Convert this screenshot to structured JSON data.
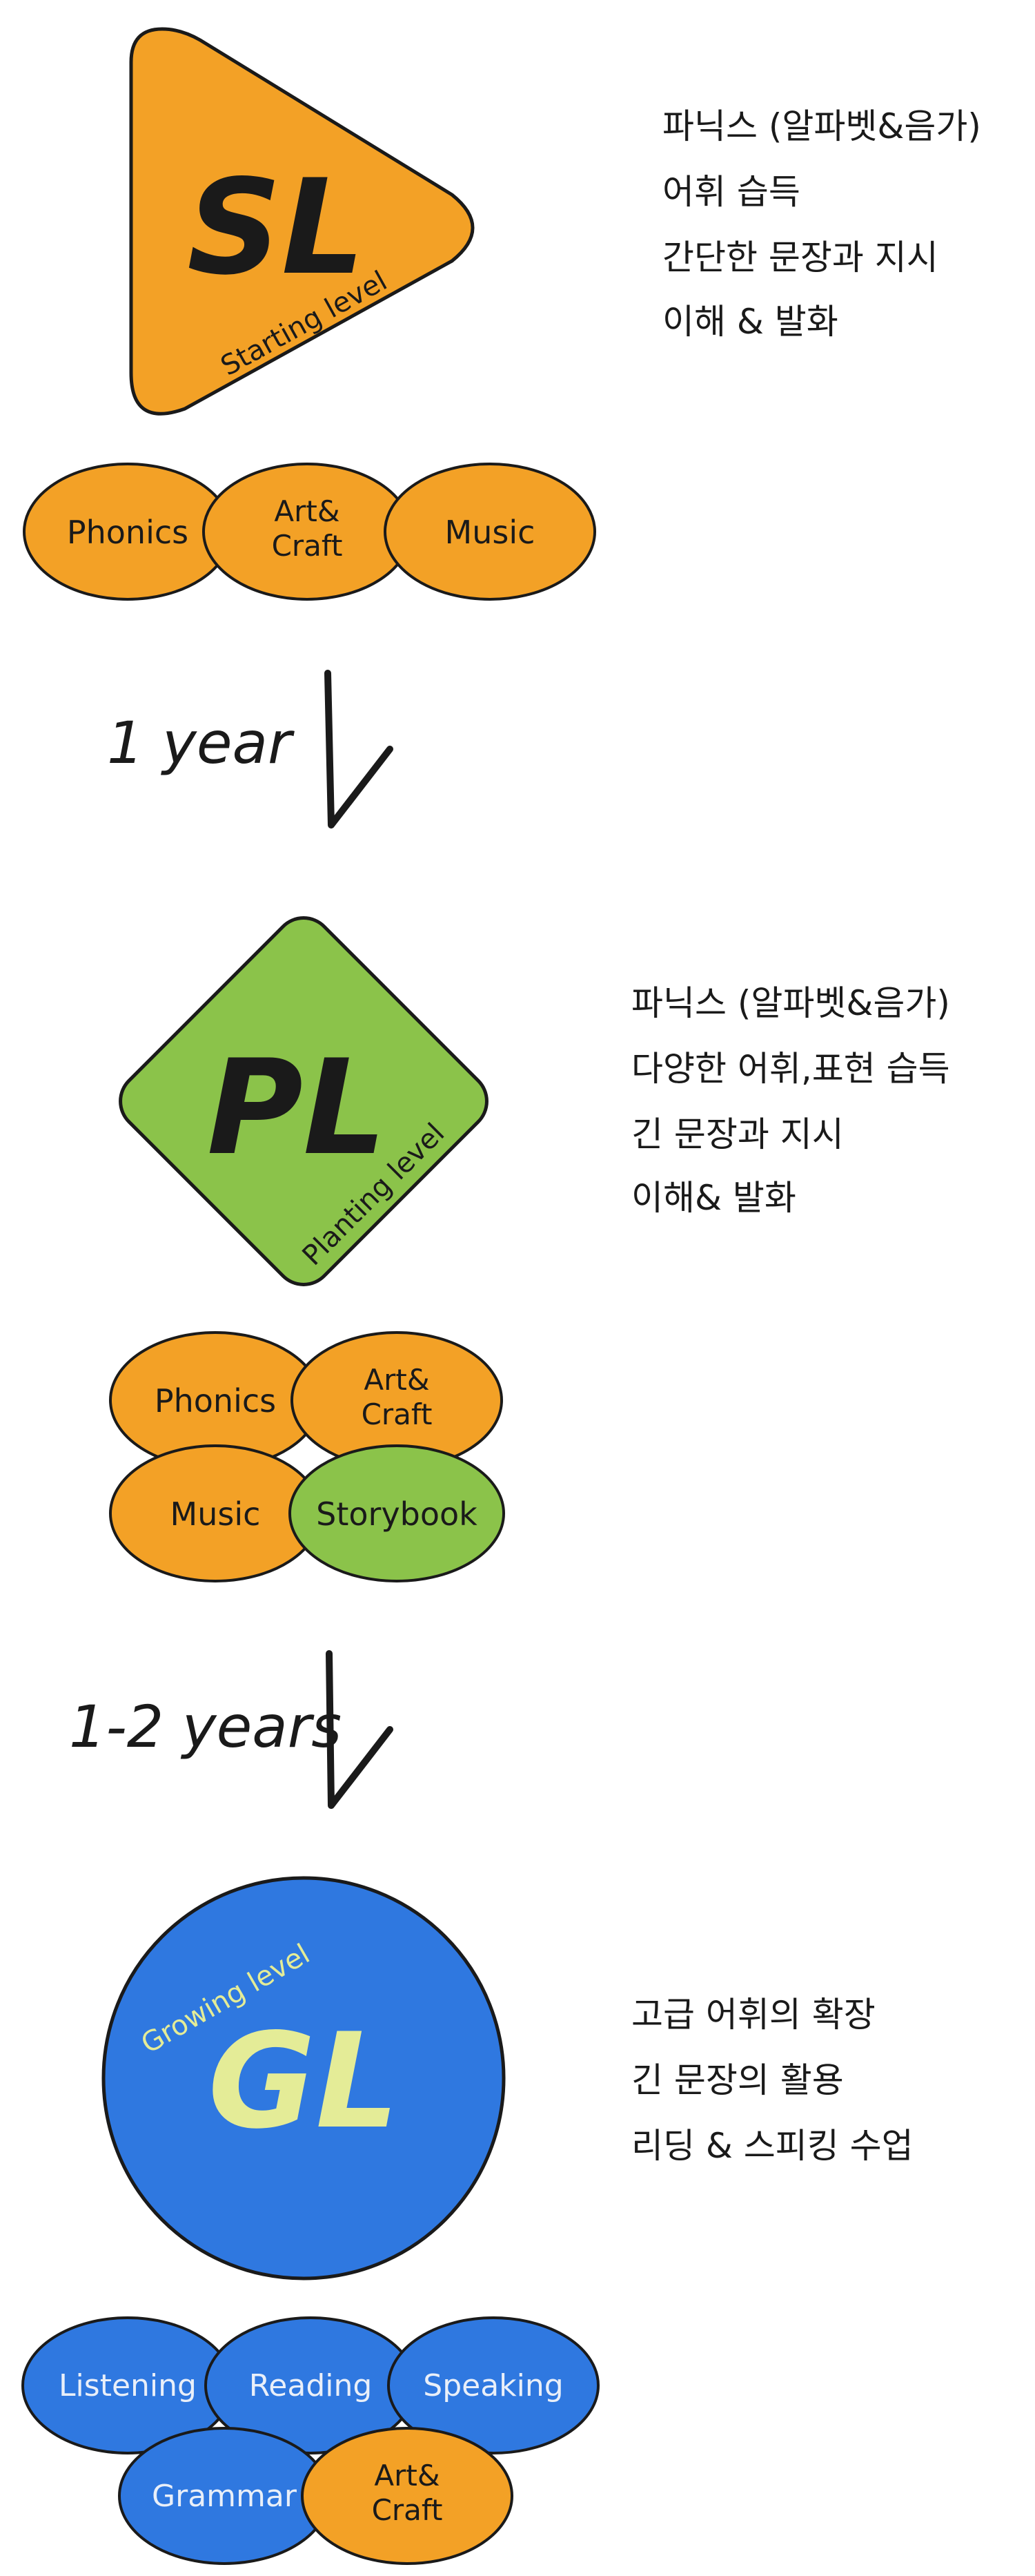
{
  "colors": {
    "orange": "#F3A126",
    "green": "#8BC34A",
    "blue": "#2F78E0",
    "gl_text": "#E4EC97",
    "outline": "#1a1a1a"
  },
  "levels": [
    {
      "code": "SL",
      "name": "Starting level",
      "shape": "triangle",
      "description": [
        "파닉스 (알파벳&음가)",
        "어휘 습득",
        "간단한 문장과 지시",
        "이해 & 발화"
      ],
      "subjects": [
        {
          "label": "Phonics",
          "color": "orange"
        },
        {
          "label": "Art&",
          "label2": "Craft",
          "color": "orange"
        },
        {
          "label": "Music",
          "color": "orange"
        }
      ]
    },
    {
      "code": "PL",
      "name": "Planting level",
      "shape": "diamond",
      "description": [
        "파닉스 (알파벳&음가)",
        "다양한 어휘,표현 습득",
        "긴 문장과 지시",
        "이해& 발화"
      ],
      "subjects": [
        {
          "label": "Phonics",
          "color": "orange"
        },
        {
          "label": "Art&",
          "label2": "Craft",
          "color": "orange"
        },
        {
          "label": "Music",
          "color": "orange"
        },
        {
          "label": "Storybook",
          "color": "green"
        }
      ]
    },
    {
      "code": "GL",
      "name": "Growing level",
      "shape": "circle",
      "description": [
        "고급 어휘의 확장",
        "긴 문장의 활용",
        "리딩 & 스피킹 수업"
      ],
      "subjects": [
        {
          "label": "Listening",
          "color": "blue"
        },
        {
          "label": "Reading",
          "color": "blue"
        },
        {
          "label": "Speaking",
          "color": "blue"
        },
        {
          "label": "Grammar",
          "color": "blue"
        },
        {
          "label": "Art&",
          "label2": "Craft",
          "color": "orange"
        }
      ]
    }
  ],
  "transitions": [
    {
      "duration": "1 year",
      "icon": "checkmark-arrow-icon"
    },
    {
      "duration": "1-2 years",
      "icon": "checkmark-arrow-icon"
    }
  ]
}
